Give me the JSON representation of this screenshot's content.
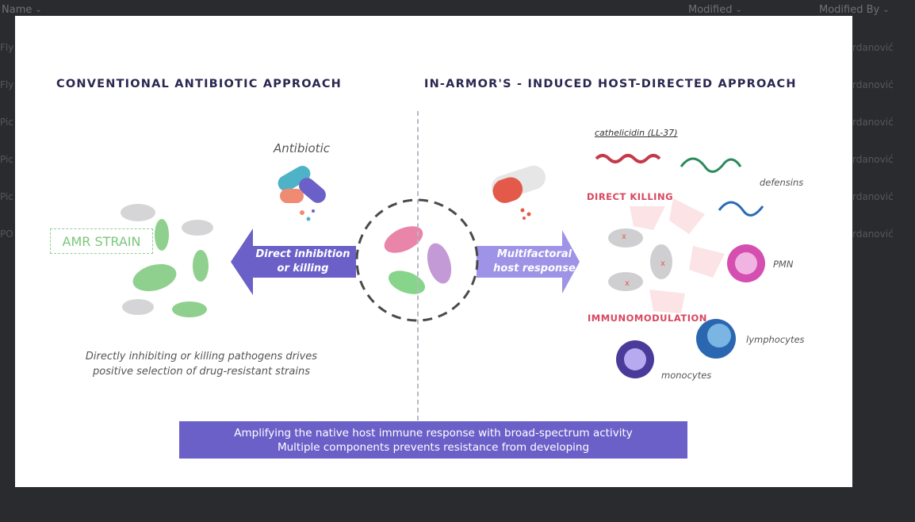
{
  "file_list": {
    "columns": {
      "name": "Name",
      "modified": "Modified",
      "modified_by": "Modified By"
    },
    "rows": [
      {
        "name": "Fly",
        "by": "rdanović"
      },
      {
        "name": "Fly",
        "by": "rdanović"
      },
      {
        "name": "Pic",
        "by": "rdanović"
      },
      {
        "name": "Pic",
        "by": "rdanović"
      },
      {
        "name": "Pic",
        "by": "rdanović"
      },
      {
        "name": "PO",
        "by": "rdanović"
      }
    ]
  },
  "infographic": {
    "left_title": "CONVENTIONAL ANTIBIOTIC APPROACH",
    "right_title": "IN-ARMOR'S - INDUCED HOST-DIRECTED APPROACH",
    "antibiotic_label": "Antibiotic",
    "amr_strain": "AMR STRAIN",
    "left_arrow": {
      "line1": "Direct inhibition",
      "line2": "or killing"
    },
    "right_arrow": {
      "line1": "Multifactoral",
      "line2": "host response"
    },
    "left_caption": {
      "line1": "Directly inhibiting or killing pathogens drives",
      "line2": "positive selection of drug-resistant strains"
    },
    "cathelicidin": "cathelicidin (LL-37)",
    "defensins": "defensins",
    "direct_killing": "DIRECT KILLING",
    "immunomodulation": "IMMUNOMODULATION",
    "pmn": "PMN",
    "lymphocytes": "lymphocytes",
    "monocytes": "monocytes",
    "banner": {
      "line1": "Amplifying the native host immune response with broad-spectrum activity",
      "line2": "Multiple components prevents resistance from developing"
    },
    "colors": {
      "purple": "#6b60c8",
      "navy": "#2a2750",
      "green": "#8fd08f",
      "red": "#d9475f"
    }
  }
}
